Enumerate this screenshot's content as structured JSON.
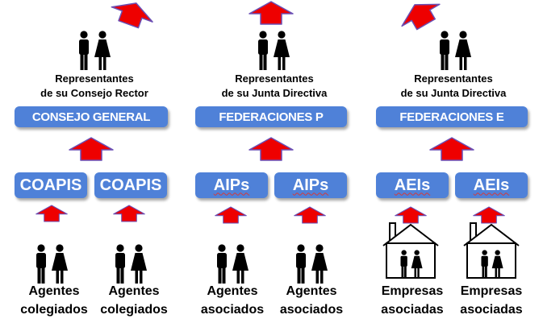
{
  "columns": [
    {
      "rep_line1": "Representantes",
      "rep_line2": "de su Consejo Rector",
      "org_label": "CONSEJO GENERAL",
      "leaves": [
        {
          "label": "COAPIS",
          "agent_line1": "Agentes",
          "agent_line2": "colegiados"
        },
        {
          "label": "COAPIS",
          "agent_line1": "Agentes",
          "agent_line2": "colegiados"
        }
      ]
    },
    {
      "rep_line1": "Representantes",
      "rep_line2": "de su Junta Directiva",
      "org_label": "FEDERACIONES P",
      "leaves": [
        {
          "label": "AIPs",
          "agent_line1": "Agentes",
          "agent_line2": "asociados"
        },
        {
          "label": "AIPs",
          "agent_line1": "Agentes",
          "agent_line2": "asociados"
        }
      ]
    },
    {
      "rep_line1": "Representantes",
      "rep_line2": "de su Junta Directiva",
      "org_label": "FEDERACIONES E",
      "leaves": [
        {
          "label": "AEIs",
          "agent_line1": "Empresas",
          "agent_line2": "asociadas"
        },
        {
          "label": "AEIs",
          "agent_line1": "Empresas",
          "agent_line2": "asociadas"
        }
      ]
    }
  ],
  "colors": {
    "box": "#4f81d8",
    "arrow": "#ee0000",
    "arrow_outline": "#6a4fb5",
    "figure": "#000000"
  }
}
